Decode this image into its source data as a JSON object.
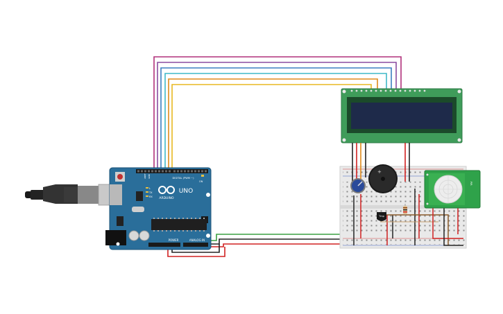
{
  "window": {
    "title": "Arduino circuit: LCD, piezo buzzer, PIR sensor, temperature sensor"
  },
  "arduino": {
    "logo_text": "ARDUINO",
    "model": "UNO",
    "digital_label": "DIGITAL (PWM ~)",
    "power_label": "POWER",
    "analog_label": "ANALOG IN",
    "tx_label": "TX",
    "rx_label": "RX",
    "l_label": "L",
    "on_label": "ON",
    "aref_label": "AREF",
    "gnd_label": "GND"
  },
  "components": {
    "temp_sensor_label": "Tmp",
    "pir_label": "PIR"
  },
  "colors": {
    "arduino_board": "#2a6e9a",
    "lcd_board": "#3f9c5a",
    "lcd_screen": "#1e2a4a",
    "breadboard": "#e9e9e9",
    "pir_board": "#2fa24a",
    "wire_magenta": "#b0307a",
    "wire_purple": "#8a4ca0",
    "wire_blue": "#3a7fc0",
    "wire_cyan": "#3fb8c8",
    "wire_orange": "#e08a1a",
    "wire_yellow": "#e8b820",
    "wire_red": "#d02020",
    "wire_green": "#3aa040",
    "wire_black": "#222222"
  }
}
